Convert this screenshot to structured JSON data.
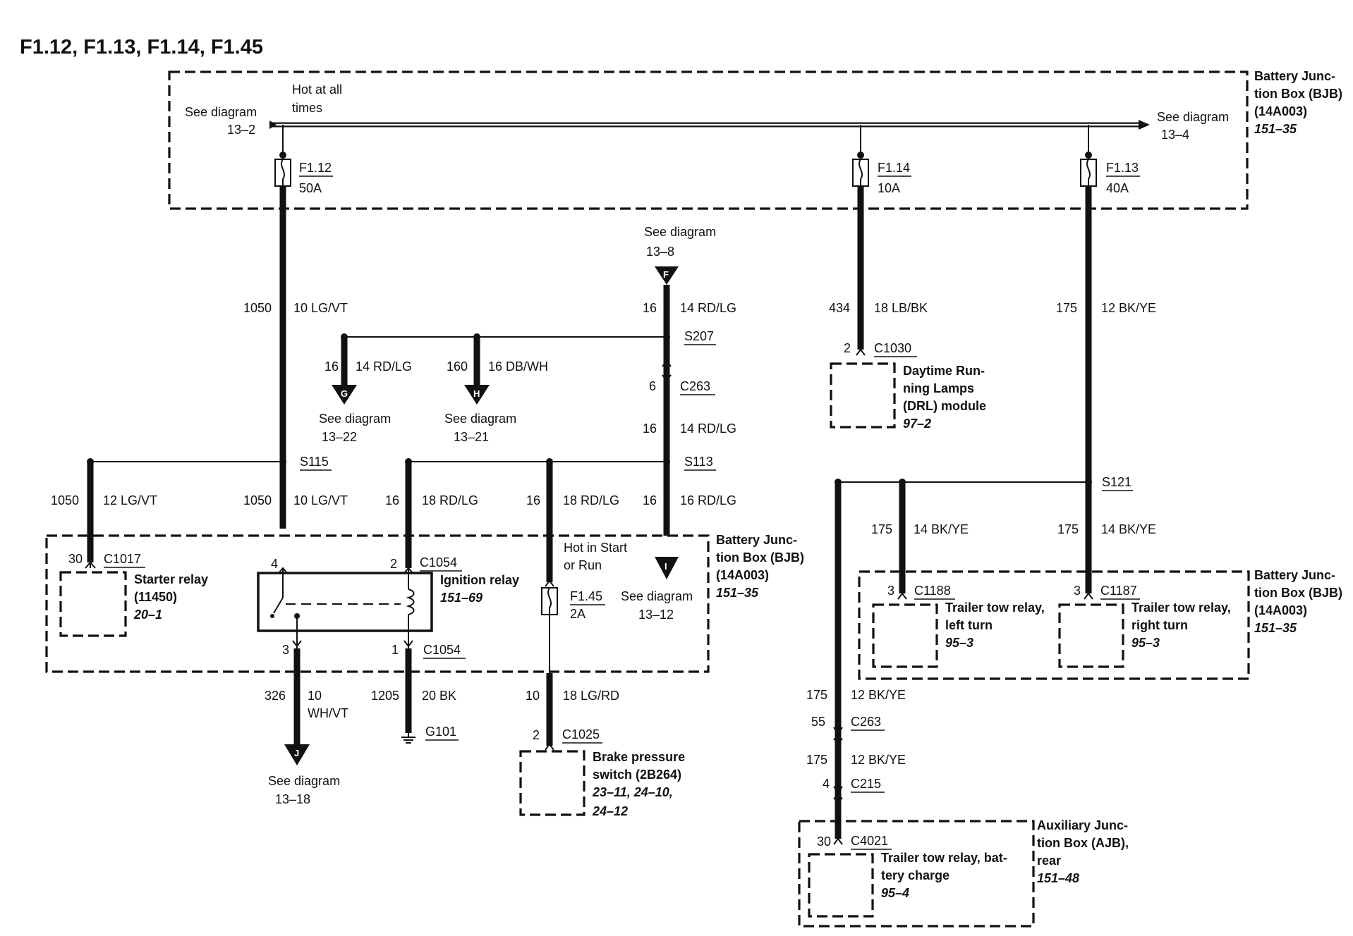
{
  "title": "F1.12,  F1.13, F1.14, F1.45",
  "bjb_top": {
    "label_1": "Battery Junc-",
    "label_2": "tion Box (BJB)",
    "label_3": "(14A003)",
    "ref": "151–35"
  },
  "bus": {
    "hot_1": "Hot at all",
    "hot_2": "times",
    "left_see": "See diagram",
    "left_ref": "13–2",
    "right_see": "See diagram",
    "right_ref": "13–4"
  },
  "fuses": {
    "f112": {
      "name": "F1.12",
      "rating": "50A"
    },
    "f114": {
      "name": "F1.14",
      "rating": "10A"
    },
    "f113": {
      "name": "F1.13",
      "rating": "40A"
    },
    "f145": {
      "name": "F1.45",
      "rating": "2A"
    }
  },
  "wires": {
    "w1050_top": {
      "circuit": "1050",
      "gauge_color": "10 LG/VT"
    },
    "w16_f": {
      "circuit": "16",
      "gauge_color": "14 RD/LG"
    },
    "w434": {
      "circuit": "434",
      "gauge_color": "18 LB/BK"
    },
    "w175_top": {
      "circuit": "175",
      "gauge_color": "12 BK/YE"
    },
    "w16_g": {
      "circuit": "16",
      "gauge_color": "14 RD/LG"
    },
    "w160_h": {
      "circuit": "160",
      "gauge_color": "16 DB/WH"
    },
    "w16_mid": {
      "circuit": "16",
      "gauge_color": "14 RD/LG"
    },
    "w1050_starter": {
      "circuit": "1050",
      "gauge_color": "12 LG/VT"
    },
    "w1050_ign": {
      "circuit": "1050",
      "gauge_color": "10 LG/VT"
    },
    "w16_ign2": {
      "circuit": "16",
      "gauge_color": "18 RD/LG"
    },
    "w16_f145": {
      "circuit": "16",
      "gauge_color": "18 RD/LG"
    },
    "w16_i": {
      "circuit": "16",
      "gauge_color": "16 RD/LG"
    },
    "w326": {
      "circuit": "326",
      "gauge_color": "10",
      "gauge_color_2": "WH/VT"
    },
    "w1205": {
      "circuit": "1205",
      "gauge_color": "20 BK"
    },
    "w10": {
      "circuit": "10",
      "gauge_color": "18 LG/RD"
    },
    "w175_left": {
      "circuit": "175",
      "gauge_color": "14 BK/YE"
    },
    "w175_right": {
      "circuit": "175",
      "gauge_color": "14 BK/YE"
    },
    "w175_aux1": {
      "circuit": "175",
      "gauge_color": "12 BK/YE"
    },
    "w175_aux2": {
      "circuit": "175",
      "gauge_color": "12 BK/YE"
    }
  },
  "splices": {
    "s207": "S207",
    "s115": "S115",
    "s113": "S113",
    "s121": "S121"
  },
  "connectors": {
    "c263_top": {
      "pin": "6",
      "name": "C263"
    },
    "c1030": {
      "pin": "2",
      "name": "C1030"
    },
    "c1017": {
      "pin": "30",
      "name": "C1017"
    },
    "c1054_top": {
      "pin_left": "4",
      "pin_right": "2",
      "name": "C1054"
    },
    "c1054_bot": {
      "pin_left": "3",
      "pin_right": "1",
      "name": "C1054"
    },
    "c1025": {
      "pin": "2",
      "name": "C1025"
    },
    "c1188": {
      "pin": "3",
      "name": "C1188"
    },
    "c1187": {
      "pin": "3",
      "name": "C1187"
    },
    "c263_aux": {
      "pin": "55",
      "name": "C263"
    },
    "c215": {
      "pin": "4",
      "name": "C215"
    },
    "c4021": {
      "pin": "30",
      "name": "C4021"
    },
    "g101": "G101"
  },
  "offpage": {
    "f": {
      "letter": "F",
      "see": "See diagram",
      "ref": "13–8"
    },
    "g": {
      "letter": "G",
      "see": "See diagram",
      "ref": "13–22"
    },
    "h": {
      "letter": "H",
      "see": "See diagram",
      "ref": "13–21"
    },
    "i": {
      "letter": "I",
      "see": "See diagram",
      "ref": "13–12"
    },
    "j": {
      "letter": "J",
      "see": "See diagram",
      "ref": "13–18"
    }
  },
  "components": {
    "drl": {
      "l1": "Daytime Run-",
      "l2": "ning Lamps",
      "l3": "(DRL) module",
      "ref": "97–2"
    },
    "starter": {
      "l1": "Starter relay",
      "l2": "(11450)",
      "ref": "20–1"
    },
    "ignition": {
      "l1": "Ignition relay",
      "ref": "151–69"
    },
    "hot_start": {
      "l1": "Hot in Start",
      "l2": "or Run"
    },
    "bjb_mid": {
      "l1": "Battery Junc-",
      "l2": "tion Box (BJB)",
      "l3": "(14A003)",
      "ref": "151–35"
    },
    "brake": {
      "l1": "Brake pressure",
      "l2": "switch (2B264)",
      "ref1": "23–11, 24–10,",
      "ref2": "24–12"
    },
    "bjb_right": {
      "l1": "Battery Junc-",
      "l2": "tion Box (BJB)",
      "l3": "(14A003)",
      "ref": "151–35"
    },
    "tt_left": {
      "l1": "Trailer tow relay,",
      "l2": "left turn",
      "ref": "95–3"
    },
    "tt_right": {
      "l1": "Trailer tow relay,",
      "l2": "right turn",
      "ref": "95–3"
    },
    "tt_batt": {
      "l1": "Trailer tow relay, bat-",
      "l2": "tery charge",
      "ref": "95–4"
    },
    "ajb": {
      "l1": "Auxiliary Junc-",
      "l2": "tion Box (AJB),",
      "l3": "rear",
      "ref": "151–48"
    }
  }
}
